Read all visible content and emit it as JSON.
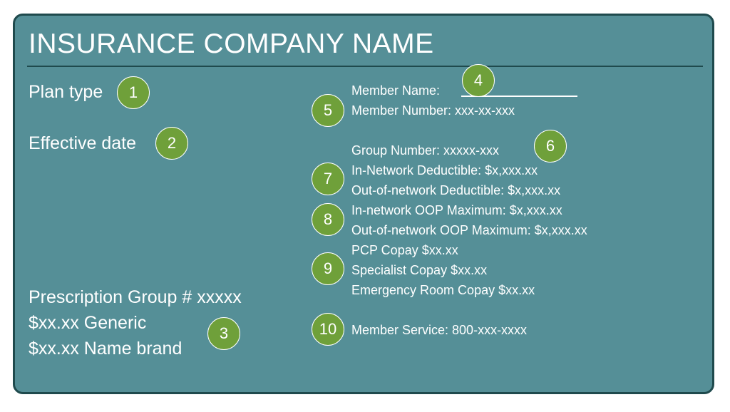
{
  "card": {
    "title": "INSURANCE COMPANY NAME"
  },
  "left": {
    "plan_type": "Plan type",
    "effective_date": "Effective date",
    "prescription_group": "Prescription Group # xxxxx",
    "generic": "$xx.xx Generic",
    "name_brand": "$xx.xx Name brand"
  },
  "right": {
    "member_name": "Member Name:",
    "member_number": "Member Number: xxx-xx-xxx",
    "group_number": "Group Number: xxxxx-xxx",
    "in_network_deductible": "In-Network Deductible: $x,xxx.xx",
    "out_network_deductible": "Out-of-network Deductible: $x,xxx.xx",
    "in_network_oop": "In-network OOP Maximum: $x,xxx.xx",
    "out_network_oop": "Out-of-network OOP Maximum: $x,xxx.xx",
    "pcp_copay": "PCP Copay $xx.xx",
    "specialist_copay": "Specialist Copay $xx.xx",
    "er_copay": "Emergency Room Copay $xx.xx",
    "member_service": "Member Service: 800-xxx-xxxx"
  },
  "badges": [
    "1",
    "2",
    "3",
    "4",
    "5",
    "6",
    "7",
    "8",
    "9",
    "10"
  ],
  "colors": {
    "card_background": "#558f97",
    "card_border": "#1f4a4d",
    "badge_fill": "#6fa03a",
    "text": "#ffffff"
  }
}
